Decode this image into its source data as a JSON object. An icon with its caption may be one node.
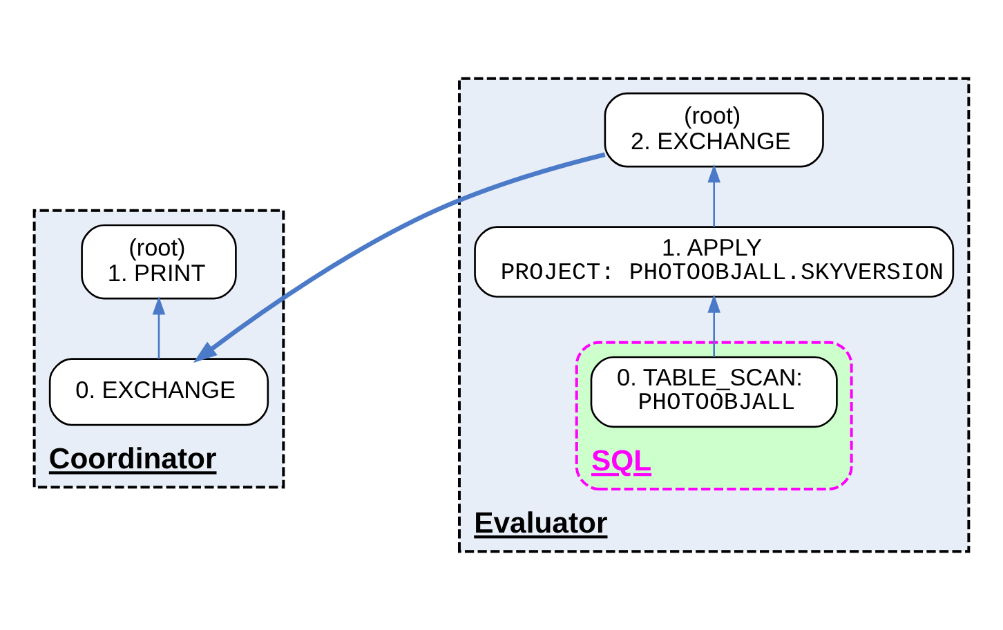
{
  "diagram": {
    "nodes": [
      {
        "text": [
          "Coordinator"
        ]
      },
      {
        "text": [
          "(root)",
          "1. PRINT"
        ],
        "in": 0
      },
      {
        "text": [
          "0. EXCHANGE"
        ],
        "in": 0
      },
      {
        "text": [
          "Evaluator"
        ]
      },
      {
        "text": [
          "(root)",
          "2. EXCHANGE"
        ],
        "in": 3
      },
      {
        "text": [
          "1. APPLY",
          "PROJECT: PHOTOOBJALL.SKYVERSION"
        ],
        "in": 3
      },
      {
        "text": [
          "SQL"
        ],
        "in": 3
      },
      {
        "text": [
          "0. TABLE_SCAN:",
          "PHOTOOBJALL"
        ],
        "in": 6
      }
    ],
    "edges": [
      {
        "from": 2,
        "to": 1,
        "arrow": "to"
      },
      {
        "from": 4,
        "to": 2,
        "arrow": "to",
        "style": "thick"
      },
      {
        "from": 5,
        "to": 4,
        "arrow": "to"
      },
      {
        "from": 7,
        "to": 5,
        "arrow": "to"
      }
    ]
  }
}
